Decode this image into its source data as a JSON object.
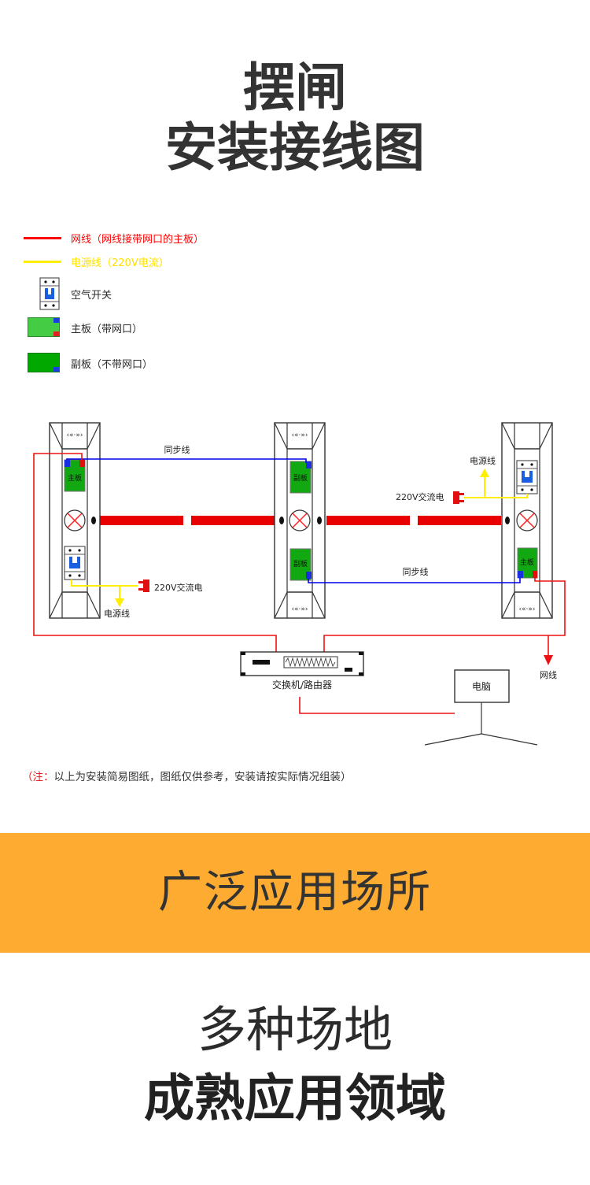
{
  "header": {
    "title_line1": "摆闸",
    "title_line2": "安装接线图"
  },
  "legend": {
    "network_line": "网线（网线接带网口的主板）",
    "power_line": "电源线（220V电流）",
    "air_switch": "空气开关",
    "main_board": "主板（带网口）",
    "sub_board": "副板（不带网口）"
  },
  "colors": {
    "network": "#ff0000",
    "power": "#ffee00",
    "sync": "#0000ff",
    "board_main": "#3fc53f",
    "board_sub": "#00a300",
    "band": "#fdac31"
  },
  "diagram": {
    "sync_line_top": "同步线",
    "sync_line_bottom": "同步线",
    "board_main_left": "主板",
    "board_sub_mid_top": "副板",
    "board_sub_mid_bottom": "副板",
    "board_main_right": "主板",
    "ac_left": "220V交流电",
    "ac_right": "220V交流电",
    "power_left": "电源线",
    "power_right": "电源线",
    "switch_label": "交换机/路由器",
    "computer_label": "电脑",
    "network_out": "网线"
  },
  "note": {
    "prefix": "（注：",
    "text": "以上为安装简易图纸，图纸仅供参考，安装请按实际情况组装）"
  },
  "band": {
    "text": "广泛应用场所"
  },
  "footer": {
    "line1": "多种场地",
    "line2": "成熟应用领域"
  }
}
